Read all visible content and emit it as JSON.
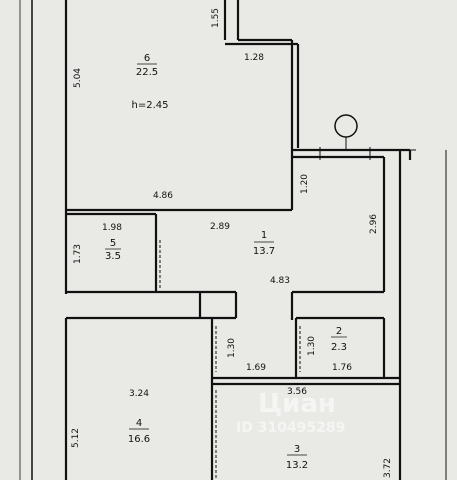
{
  "rooms": [
    {
      "number": "6",
      "area": "22.5",
      "height": "h=2.45"
    },
    {
      "number": "1",
      "area": "13.7"
    },
    {
      "number": "5",
      "area": "3.5"
    },
    {
      "number": "2",
      "area": "2.3"
    },
    {
      "number": "4",
      "area": "16.6"
    },
    {
      "number": "3",
      "area": "13.2"
    }
  ],
  "dimensions": [
    {
      "text": "1.55"
    },
    {
      "text": "1.28"
    },
    {
      "text": "5.04"
    },
    {
      "text": "4.86"
    },
    {
      "text": "1.20"
    },
    {
      "text": "2.96"
    },
    {
      "text": "1.98"
    },
    {
      "text": "2.89"
    },
    {
      "text": "1.73"
    },
    {
      "text": "4.83"
    },
    {
      "text": "1.30"
    },
    {
      "text": "1.30"
    },
    {
      "text": "1.69"
    },
    {
      "text": "1.76"
    },
    {
      "text": "3.56"
    },
    {
      "text": "3.24"
    },
    {
      "text": "5.12"
    },
    {
      "text": "3.72"
    }
  ],
  "watermark": {
    "brand": "Циан",
    "id": "ID 310495289"
  },
  "colors": {
    "wall": "#111111",
    "paper": "#e9e9e6",
    "watermark": "#ffffff"
  }
}
